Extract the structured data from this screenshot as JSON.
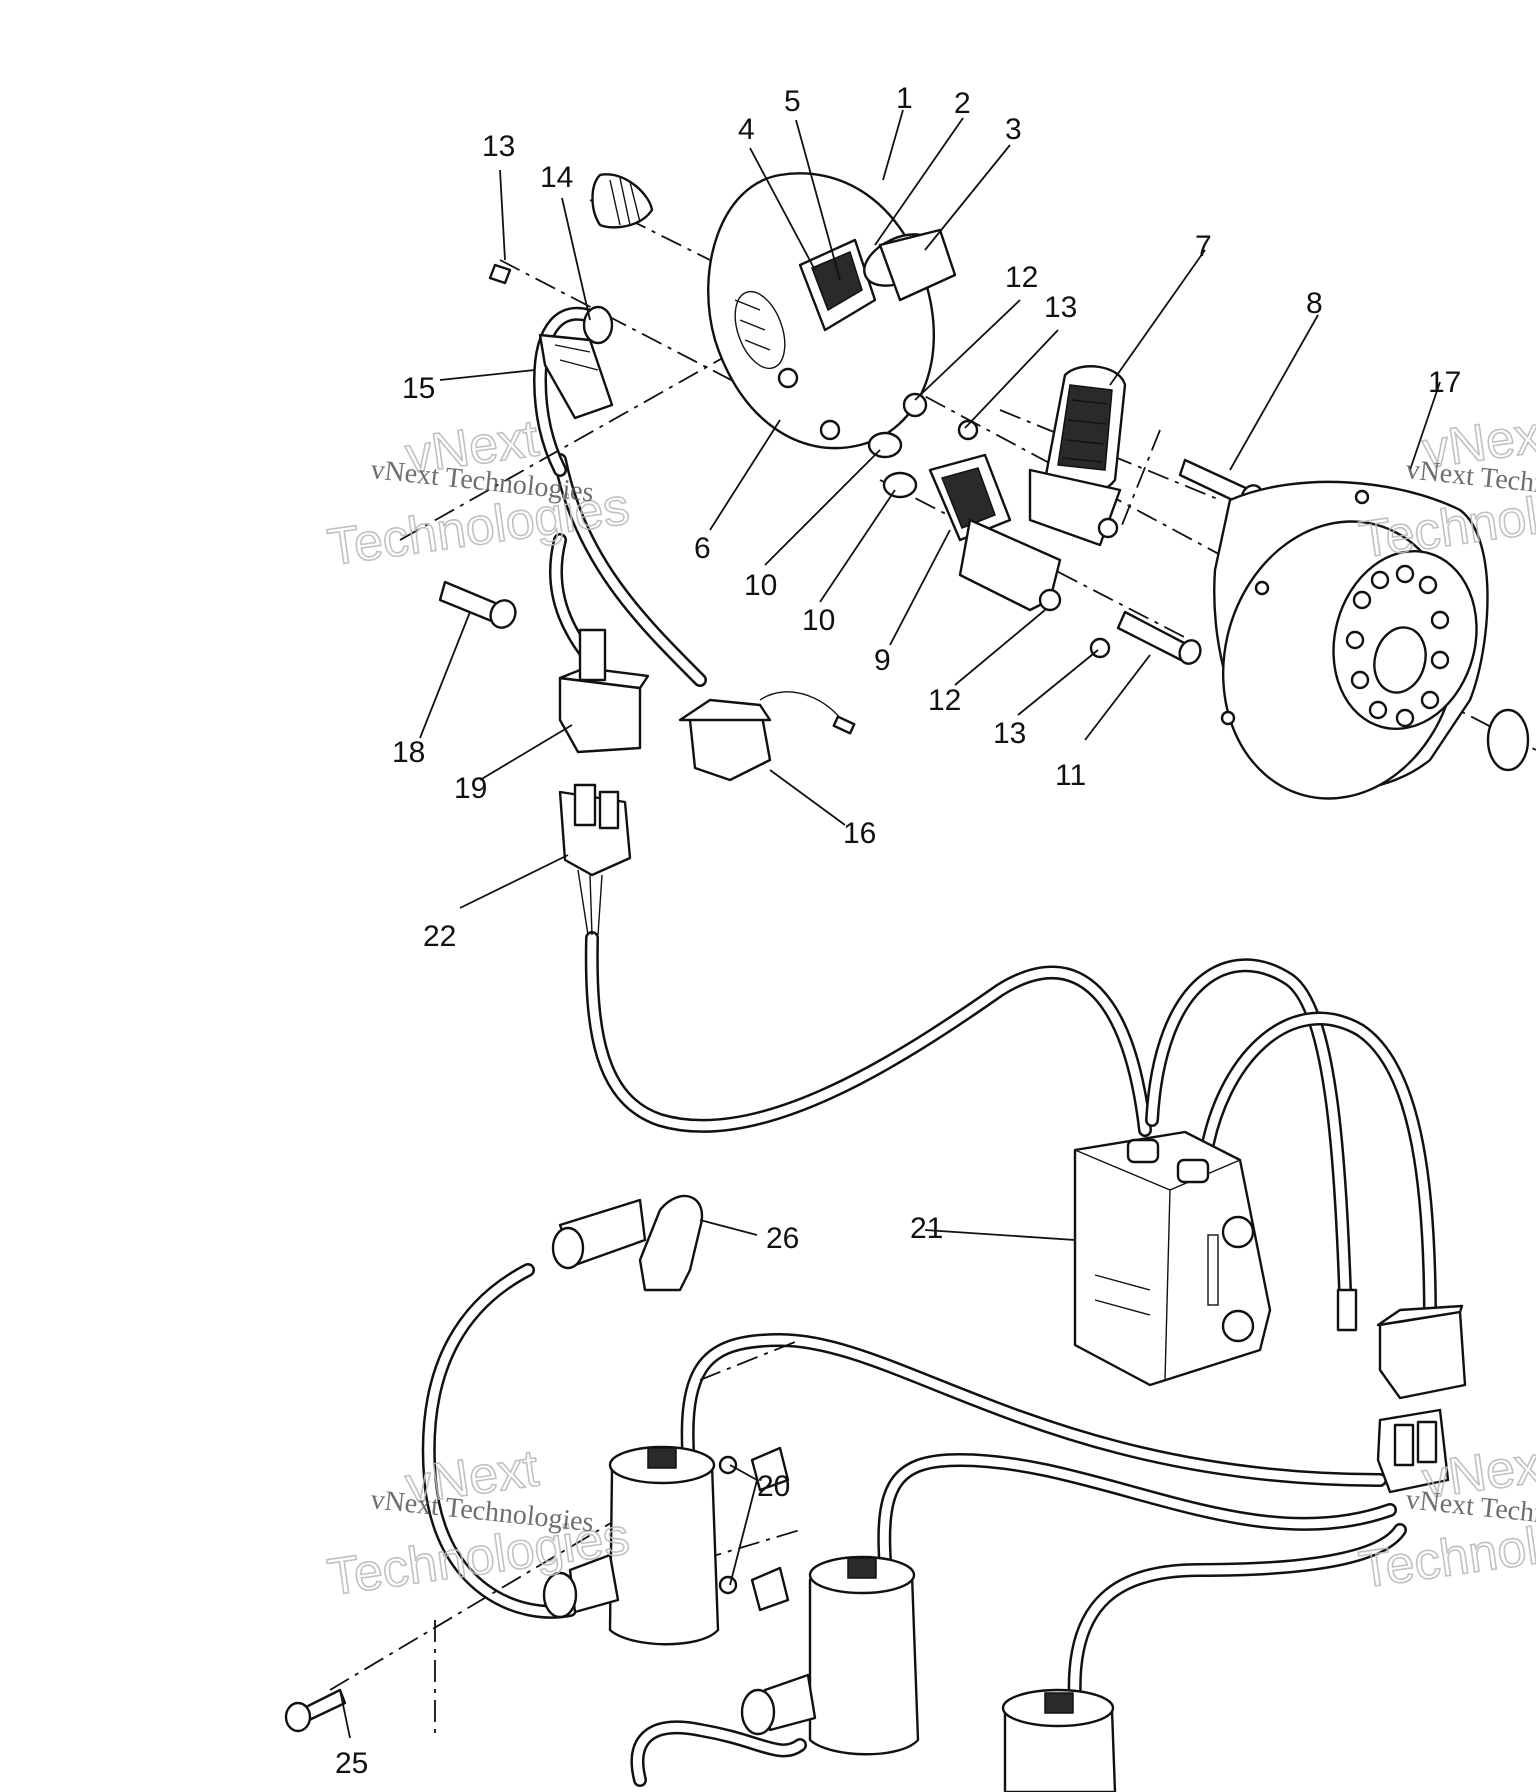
{
  "callouts": [
    "1",
    "2",
    "3",
    "4",
    "5",
    "6",
    "7",
    "8",
    "9",
    "10",
    "10",
    "11",
    "12",
    "12",
    "13",
    "13",
    "13",
    "14",
    "15",
    "16",
    "17",
    "18",
    "19",
    "20",
    "21",
    "22",
    "25",
    "26"
  ],
  "watermark": {
    "line1": "vNext Technologies",
    "line2a": "vNext",
    "line2b": "Technologies"
  }
}
